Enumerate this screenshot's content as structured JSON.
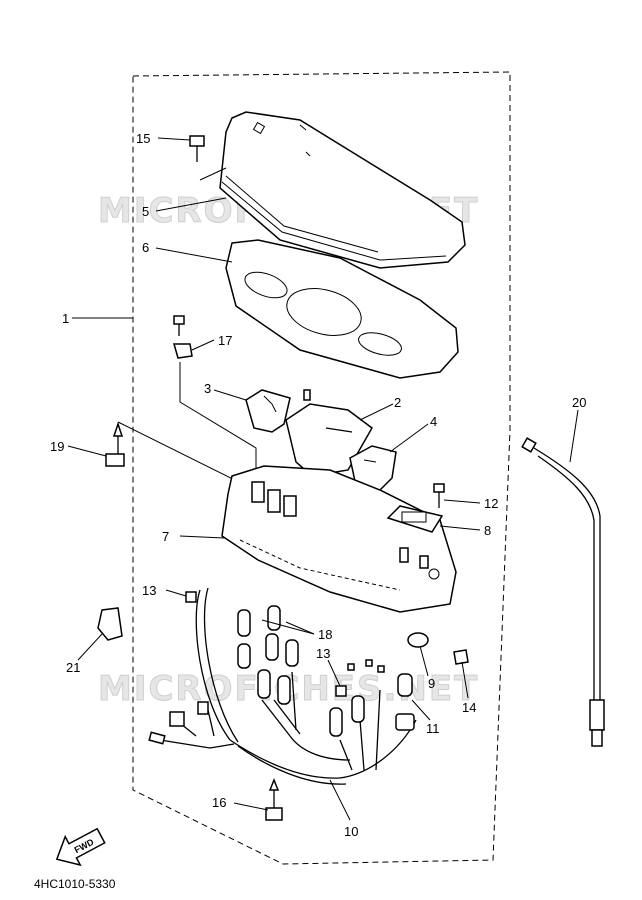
{
  "watermark": "MICROFICHES.NET",
  "diagram_code": "4HC1010-5330",
  "fwd_label": "FWD",
  "callouts": [
    "1",
    "2",
    "3",
    "4",
    "5",
    "6",
    "7",
    "8",
    "9",
    "10",
    "11",
    "12",
    "13",
    "13",
    "14",
    "15",
    "16",
    "17",
    "18",
    "19",
    "20",
    "21"
  ]
}
